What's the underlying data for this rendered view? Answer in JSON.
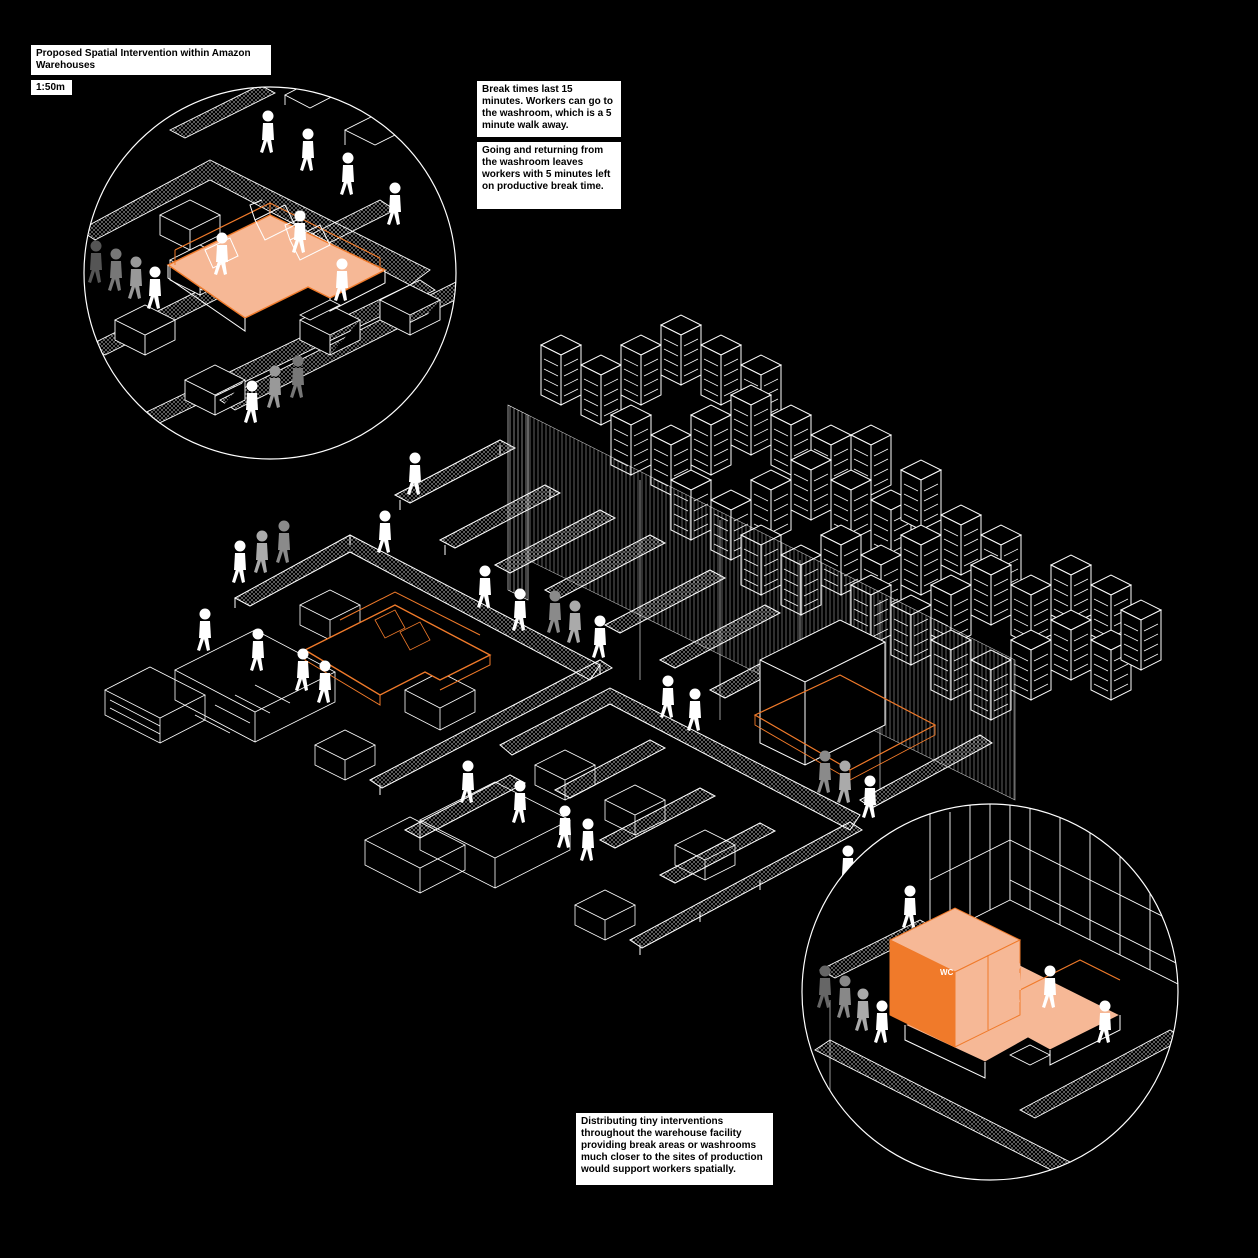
{
  "header": {
    "title": "Proposed Spatial Intervention within Amazon Warehouses",
    "scale": "1:50m"
  },
  "notes": {
    "break_times": "Break times last 15 minutes. Workers can go to the washroom, which is a 5 minute walk away.",
    "returning": "Going and returning from the washroom leaves workers with 5 minutes left on productive break time.",
    "distributing": "Distributing tiny interventions throughout the warehouse facility providing break areas or washrooms much closer to the sites of production would support workers spatially."
  },
  "washroom_sign": "WC",
  "colors": {
    "background": "#000000",
    "line": "#ffffff",
    "accent_orange": "#f07a2a",
    "accent_peach": "#f6b896",
    "figure_grey": "#8a8a8a"
  },
  "icons": {
    "figure": "person-icon",
    "storage": "shelving-unit-icon"
  }
}
